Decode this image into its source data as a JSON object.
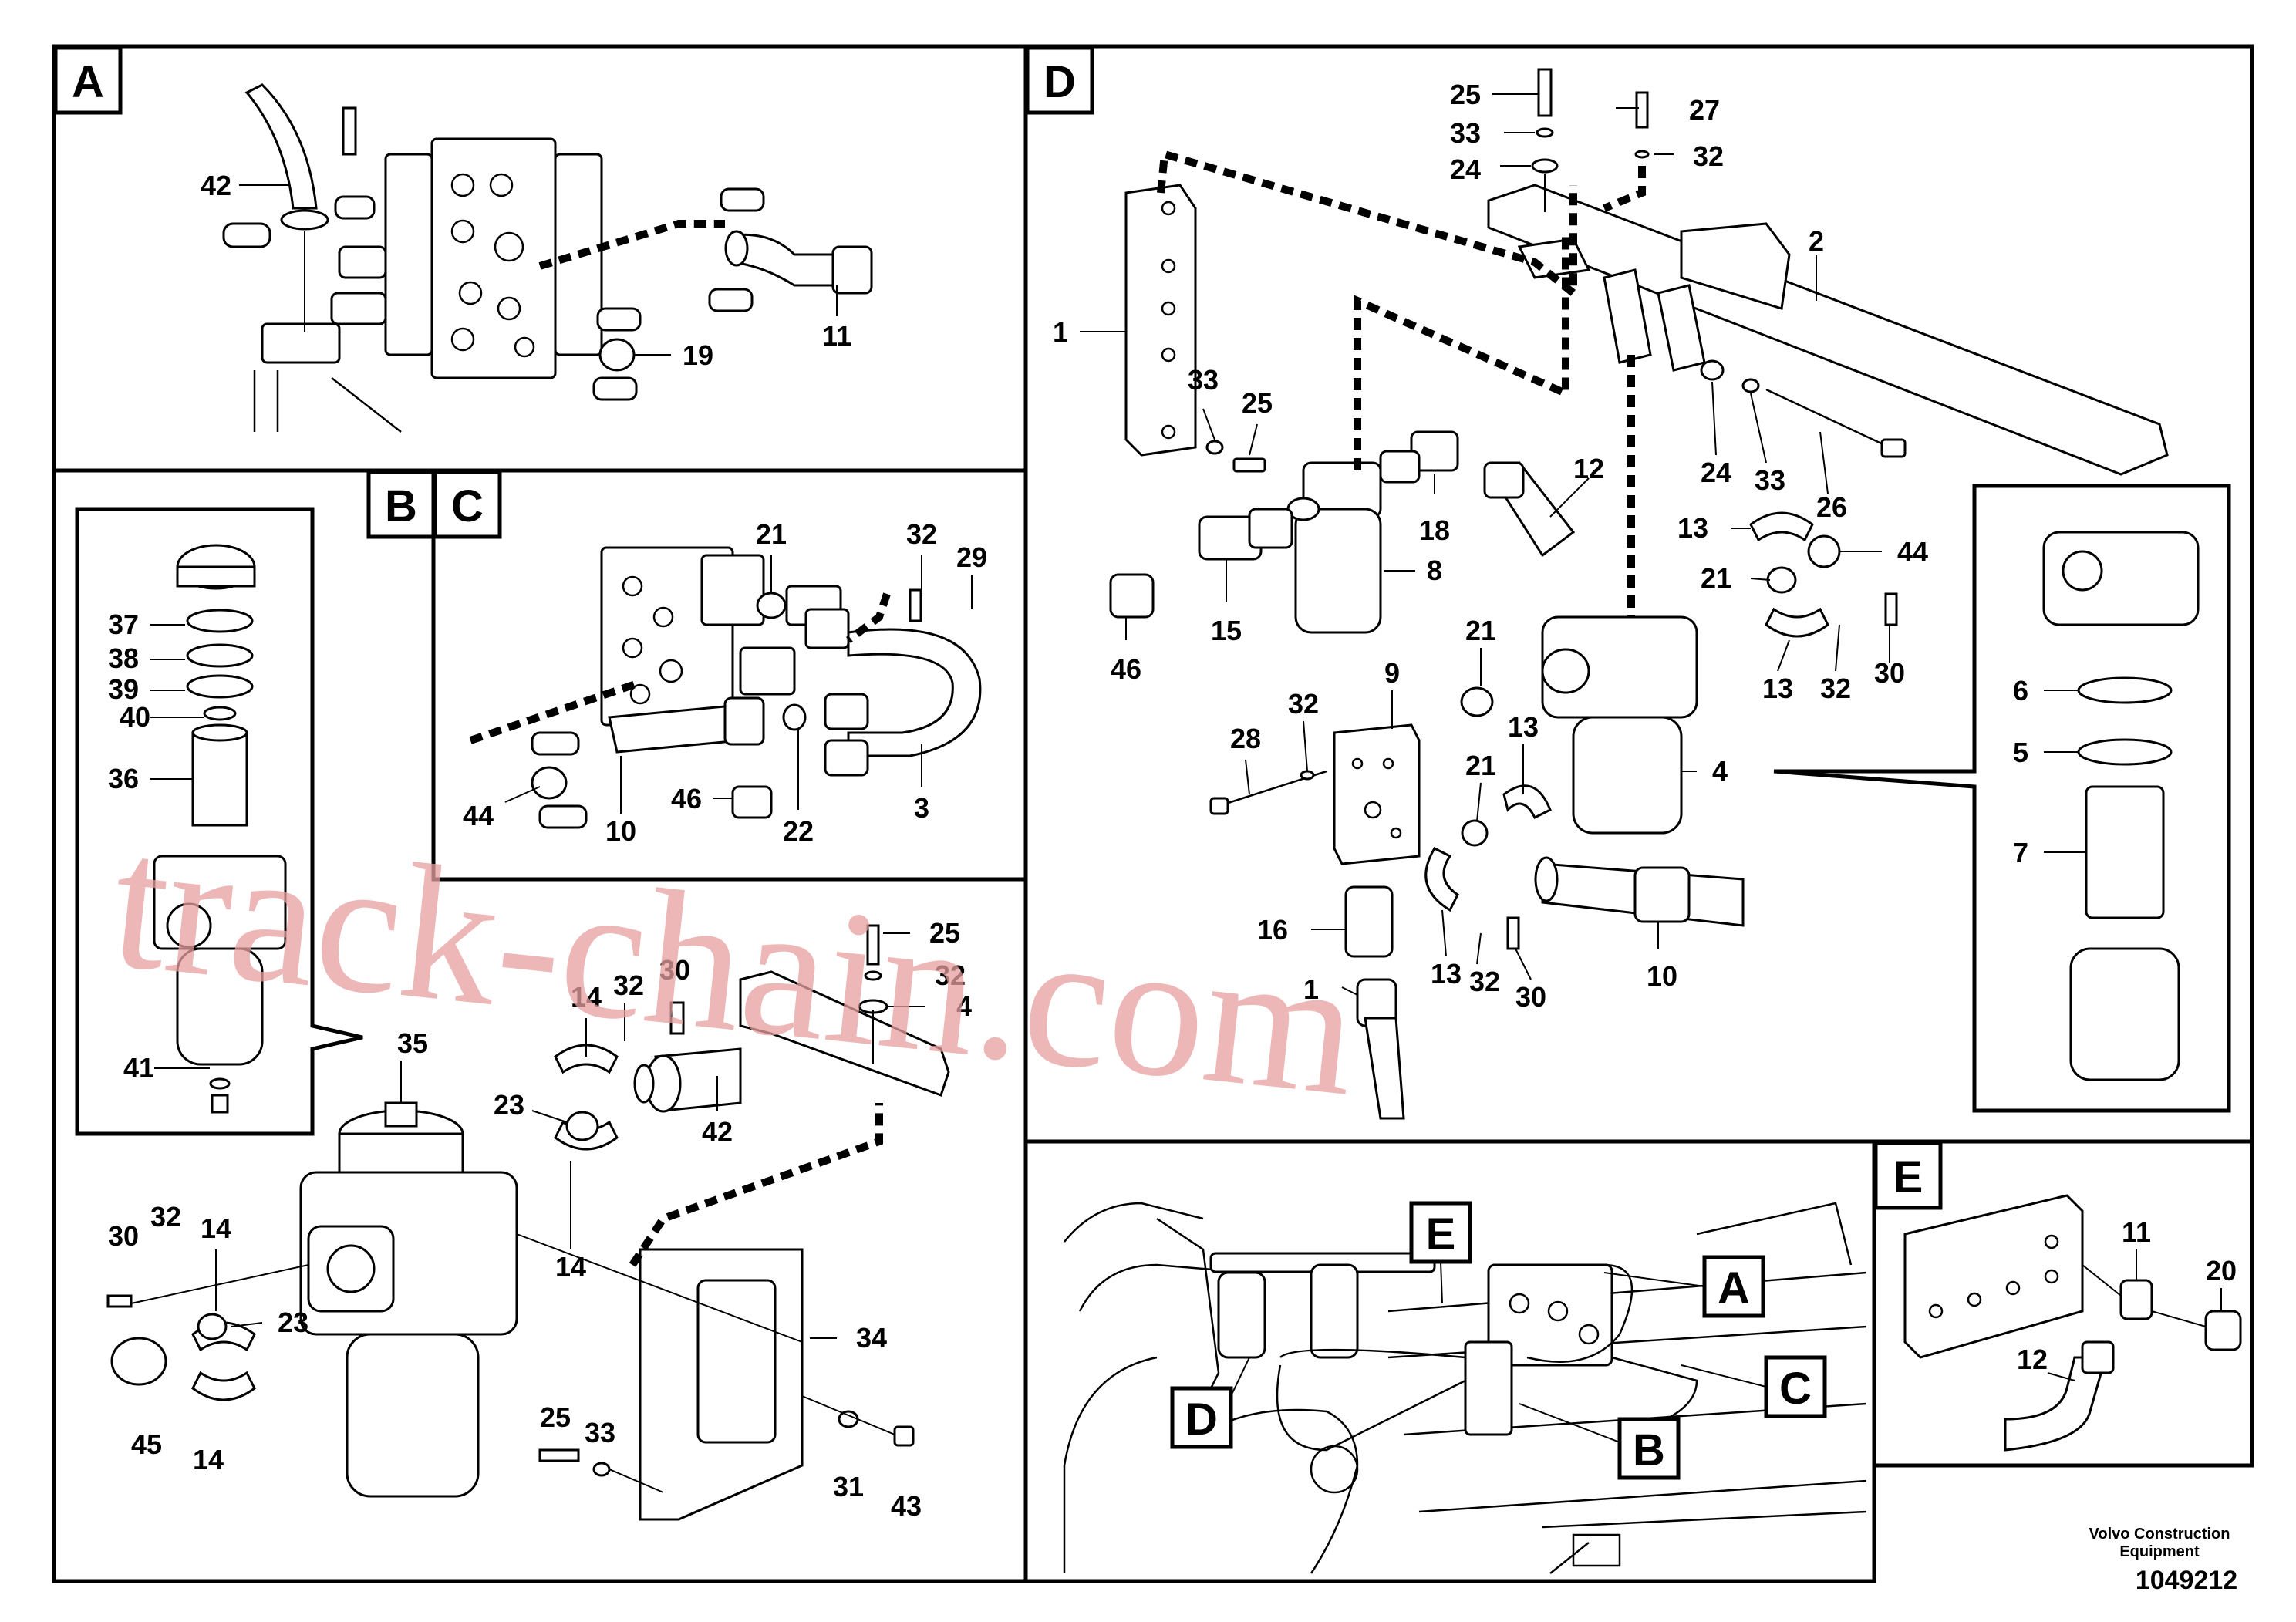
{
  "panels": {
    "A": "A",
    "B": "B",
    "C": "C",
    "D": "D",
    "E": "E"
  },
  "overview_callouts": [
    "E",
    "A",
    "D",
    "B",
    "C"
  ],
  "labels": {
    "A": [
      "42",
      "19",
      "11"
    ],
    "C": [
      "21",
      "32",
      "29",
      "44",
      "10",
      "46",
      "22",
      "3"
    ],
    "B_inset": [
      "37",
      "38",
      "39",
      "40",
      "36",
      "41"
    ],
    "B": [
      "35",
      "14",
      "32",
      "30",
      "25",
      "32",
      "4",
      "23",
      "42",
      "14",
      "30",
      "32",
      "14",
      "23",
      "45",
      "14",
      "34",
      "25",
      "33",
      "31",
      "43"
    ],
    "D": [
      "25",
      "27",
      "33",
      "32",
      "24",
      "2",
      "1",
      "33",
      "25",
      "24",
      "33",
      "26",
      "12",
      "18",
      "8",
      "15",
      "46",
      "13",
      "44",
      "21",
      "13",
      "32",
      "30",
      "9",
      "21",
      "32",
      "28",
      "13",
      "21",
      "4",
      "16",
      "13",
      "32",
      "30",
      "10",
      "1"
    ],
    "D_inset": [
      "6",
      "5",
      "7"
    ],
    "E": [
      "11",
      "20",
      "12"
    ]
  },
  "footer": {
    "brand": "Volvo Construction\nEquipment",
    "brand_line1": "Volvo Construction",
    "brand_line2": "Equipment",
    "drawing_number": "1049212"
  },
  "watermark": "track-chain.com"
}
